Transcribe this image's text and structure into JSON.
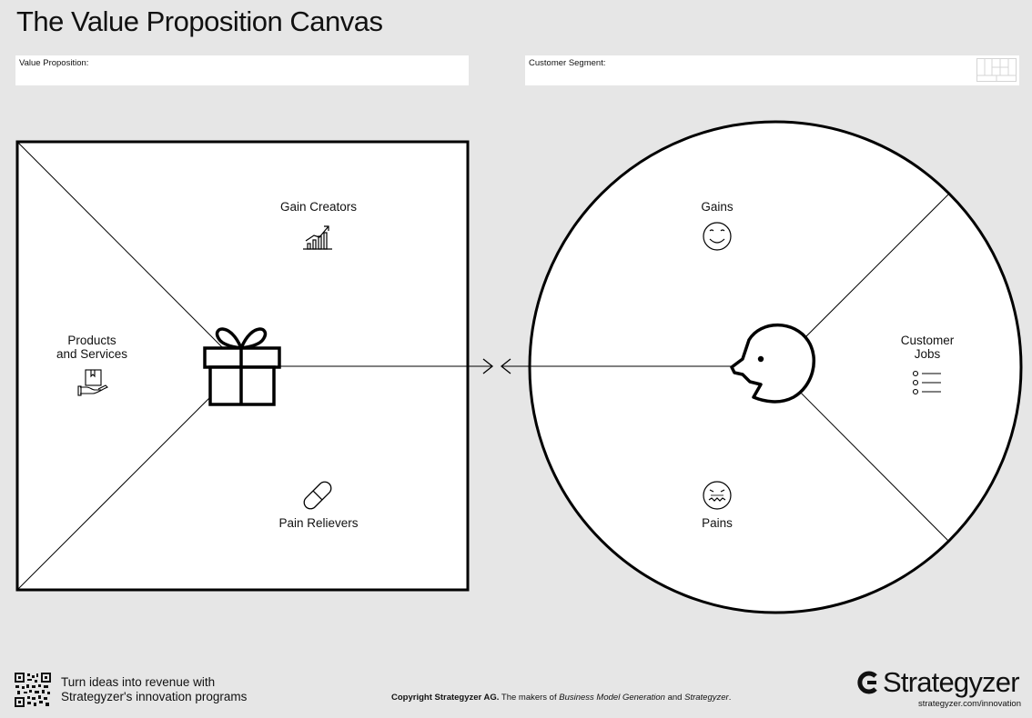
{
  "title": "The Value Proposition Canvas",
  "fields": {
    "value_proposition_label": "Value Proposition:",
    "customer_segment_label": "Customer Segment:"
  },
  "value_map": {
    "gain_creators": "Gain Creators",
    "products_line1": "Products",
    "products_line2": "and Services",
    "pain_relievers": "Pain Relievers"
  },
  "customer_profile": {
    "gains": "Gains",
    "jobs_line1": "Customer",
    "jobs_line2": "Jobs",
    "pains": "Pains"
  },
  "footer": {
    "promo_line1": "Turn ideas into revenue with",
    "promo_line2": "Strategyzer's innovation programs",
    "copyright_bold": "Copyright Strategyzer AG.",
    "copyright_text1": " The makers of ",
    "copyright_italic1": "Business Model Generation",
    "copyright_text2": " and ",
    "copyright_italic2": "Strategyzer",
    "copyright_end": ".",
    "brand": "Strategyzer",
    "url": "strategyzer.com/innovation"
  },
  "icons": [
    "gift-icon",
    "face-profile-icon",
    "growth-chart-icon",
    "pill-icon",
    "product-hand-icon",
    "smile-icon",
    "frown-icon",
    "job-list-icon",
    "qr-code-icon",
    "strategyzer-logo-icon"
  ]
}
